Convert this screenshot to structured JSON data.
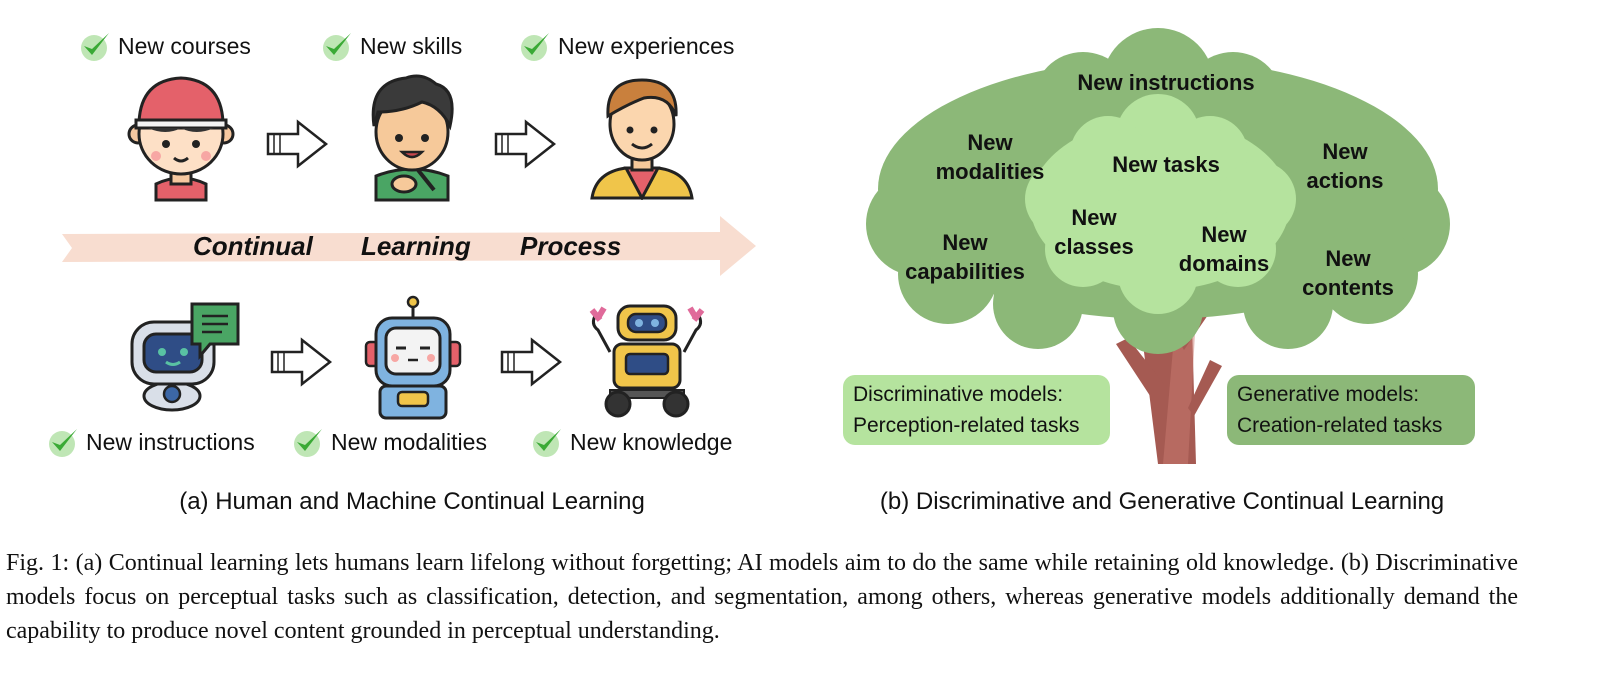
{
  "panel_a": {
    "top_checks": [
      "New courses",
      "New skills",
      "New experiences"
    ],
    "arrow_words": [
      "Continual",
      "Learning",
      "Process"
    ],
    "bottom_checks": [
      "New instructions",
      "New modalities",
      "New knowledge"
    ],
    "subcaption": "(a) Human and Machine Continual Learning",
    "icons": [
      "child-with-cap-icon",
      "student-writing-icon",
      "adult-man-icon",
      "chatbot-icon",
      "robot-head-icon",
      "robot-on-wheels-icon"
    ]
  },
  "panel_b": {
    "outer_leaves": {
      "top": "New instructions",
      "left_upper": [
        "New",
        "modalities"
      ],
      "left_lower": [
        "New",
        "capabilities"
      ],
      "right_upper": [
        "New",
        "actions"
      ],
      "right_lower": [
        "New",
        "contents"
      ]
    },
    "inner_leaves": {
      "tasks": "New tasks",
      "classes": [
        "New",
        "classes"
      ],
      "domains": [
        "New",
        "domains"
      ]
    },
    "discriminative": [
      "Discriminative models:",
      "Perception-related tasks"
    ],
    "generative": [
      "Generative models:",
      "Creation-related tasks"
    ],
    "subcaption": "(b) Discriminative and Generative Continual Learning"
  },
  "caption": "Fig. 1: (a) Continual learning lets humans learn lifelong without forgetting; AI models aim to do the same while retaining old knowledge. (b) Discriminative models focus on perceptual tasks such as classification, detection, and segmentation, among others, whereas generative models additionally demand the capability to produce novel content grounded in perceptual understanding.",
  "colors": {
    "outer_canopy": "#8cb878",
    "inner_canopy": "#b5e39e",
    "trunk": "#a55a52",
    "arrow_band": "#f8ddd0",
    "check_green": "#3aaa35",
    "discriminative_box": "#b5e39e",
    "generative_box": "#8cb878"
  }
}
